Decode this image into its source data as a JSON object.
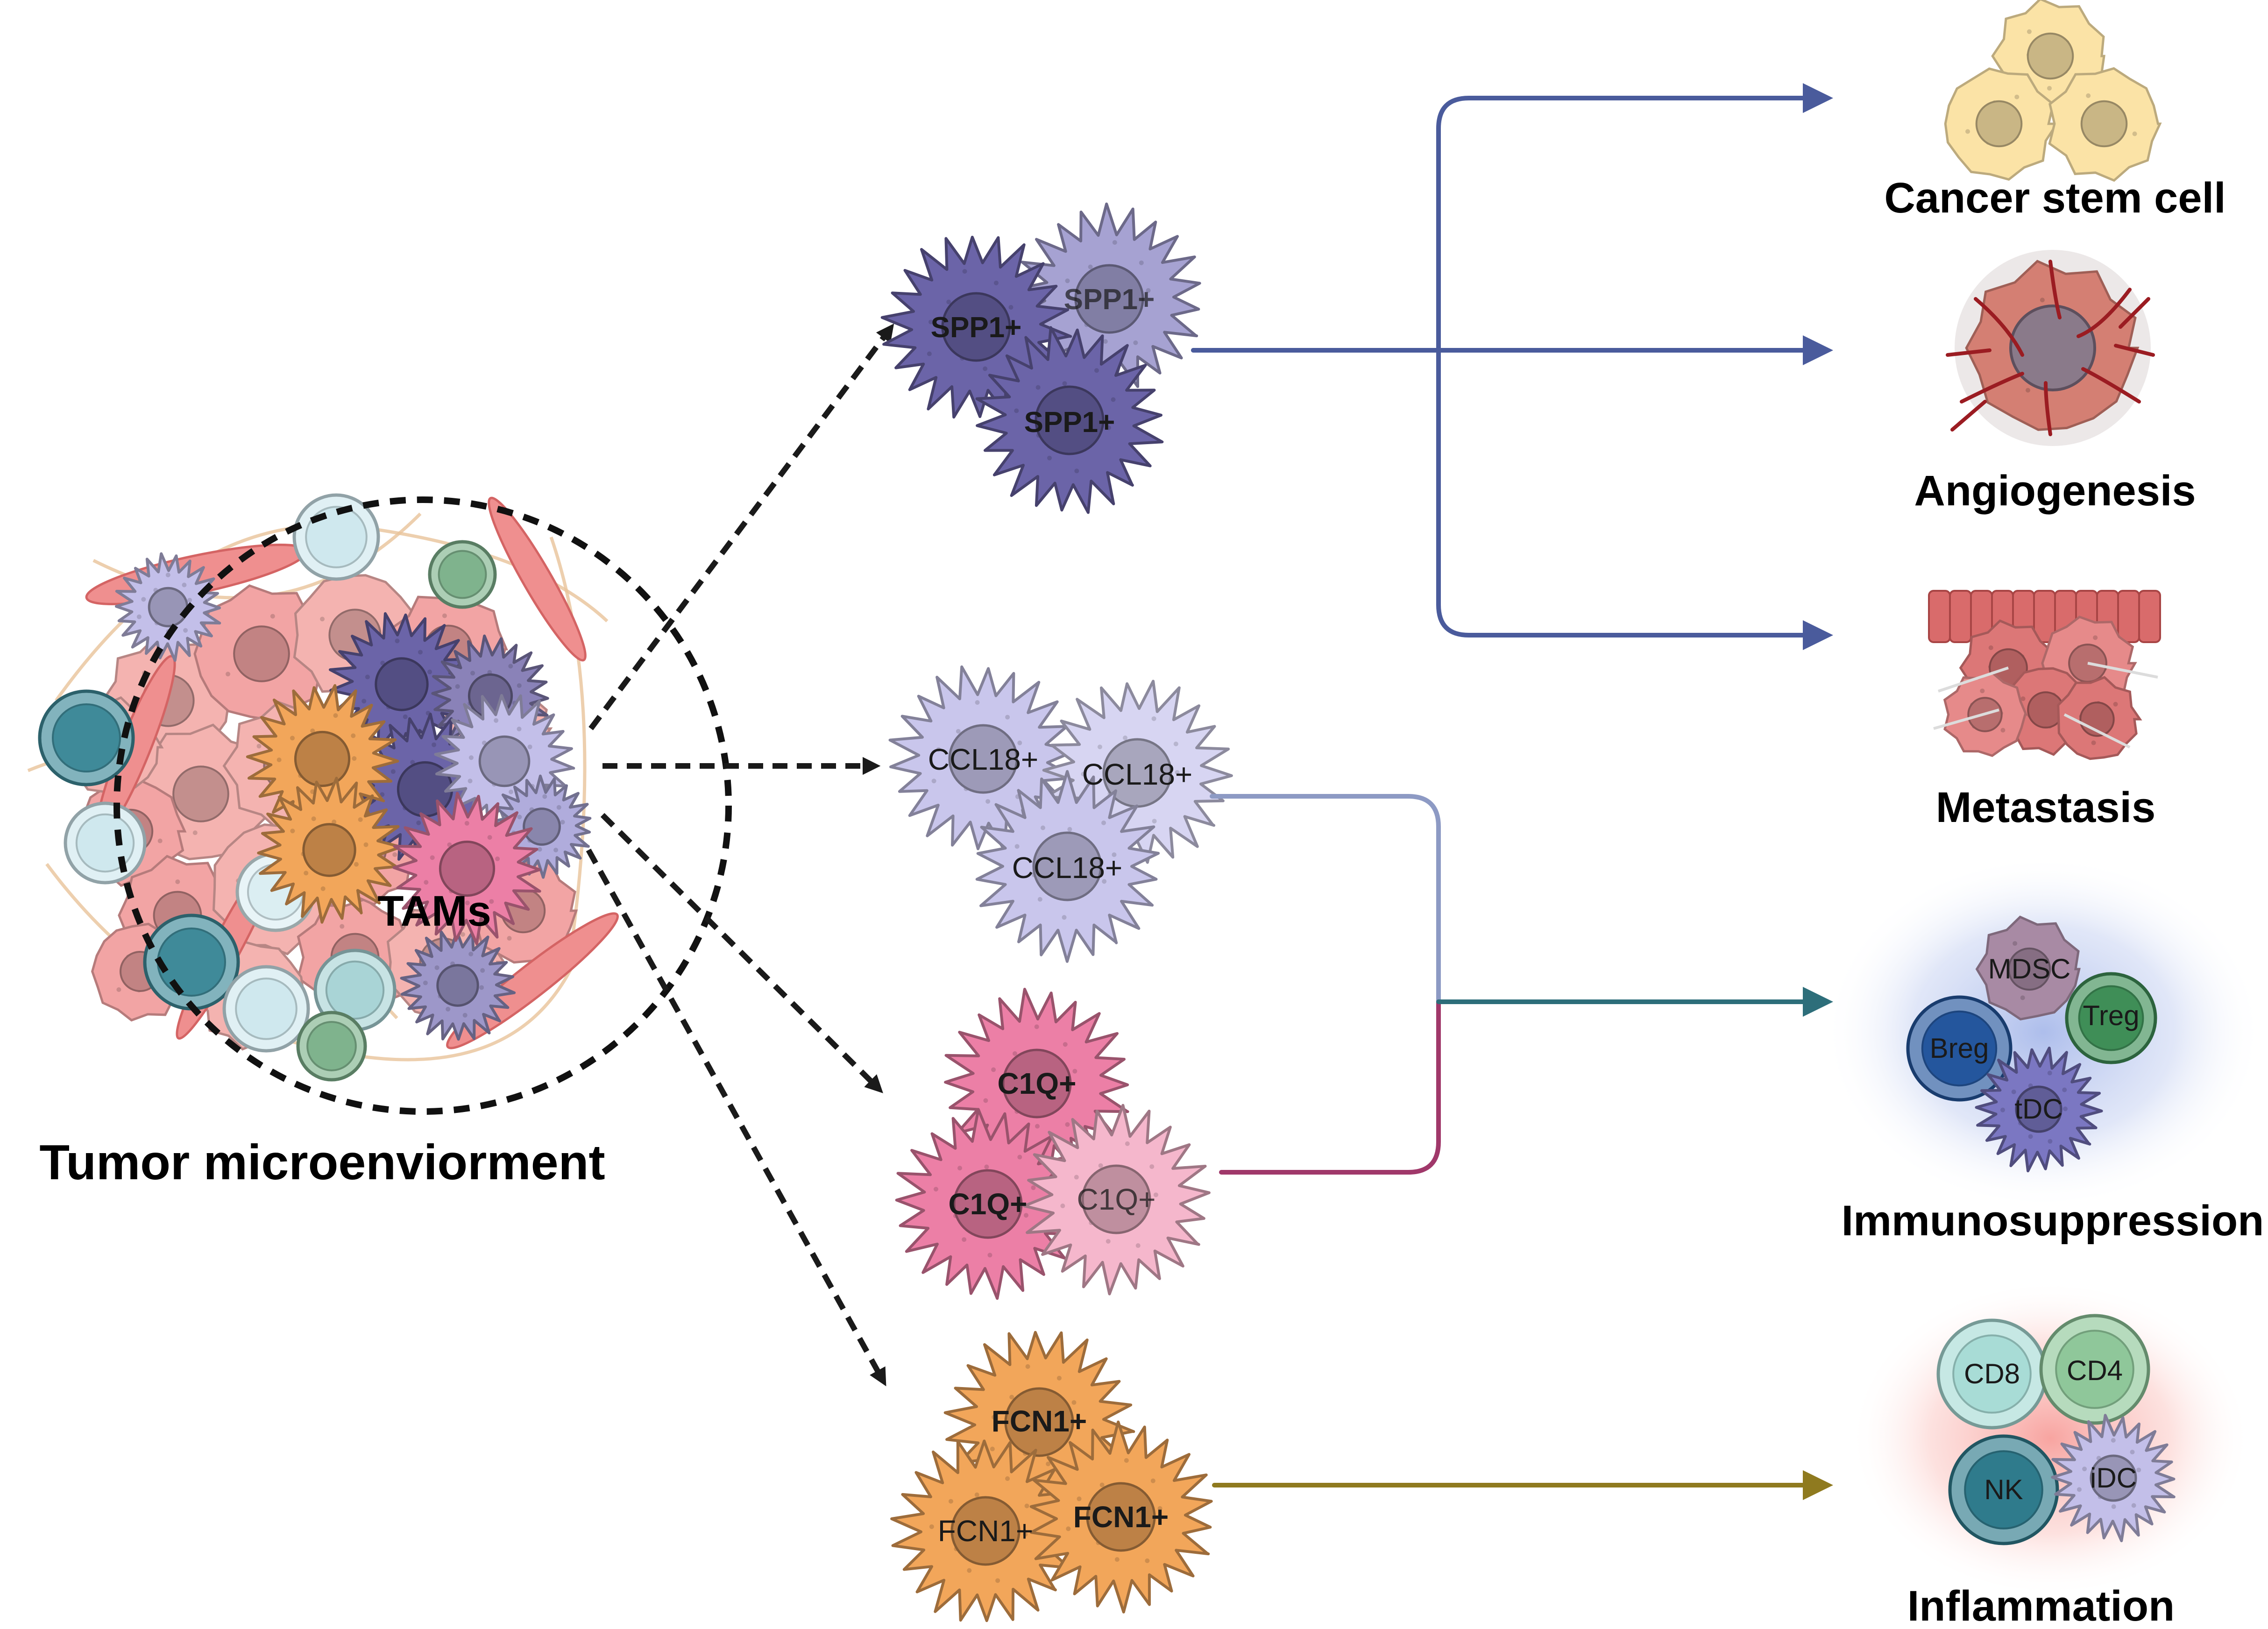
{
  "source": {
    "title": "Tumor microenviorment",
    "center_label": "TAMs"
  },
  "subtypes": [
    {
      "key": "spp1",
      "label": "SPP1+",
      "color": "#6b64a8"
    },
    {
      "key": "ccl18",
      "label": "CCL18+",
      "color": "#c9c6ec"
    },
    {
      "key": "c1q",
      "label": "C1Q+",
      "color": "#ec7fa6"
    },
    {
      "key": "fcn1",
      "label": "FCN1+",
      "color": "#f2a65a"
    }
  ],
  "outcomes": [
    {
      "key": "csc",
      "label": "Cancer stem cell"
    },
    {
      "key": "angio",
      "label": "Angiogenesis"
    },
    {
      "key": "meta",
      "label": "Metastasis"
    },
    {
      "key": "immuno",
      "label": "Immunosuppression",
      "cells": [
        "MDSC",
        "Treg",
        "Breg",
        "tDC"
      ]
    },
    {
      "key": "inflam",
      "label": "Inflammation",
      "cells": [
        "CD8",
        "CD4",
        "NK",
        "iDC"
      ]
    }
  ],
  "colors": {
    "spp1_line": "#4a5b9c",
    "ccl18_line": "#8d9ac4",
    "c1q_line": "#a0386a",
    "immuno_line": "#2d6e7a",
    "fcn1_line": "#8f7a1f",
    "arrow_dash": "#1a1a1a"
  }
}
